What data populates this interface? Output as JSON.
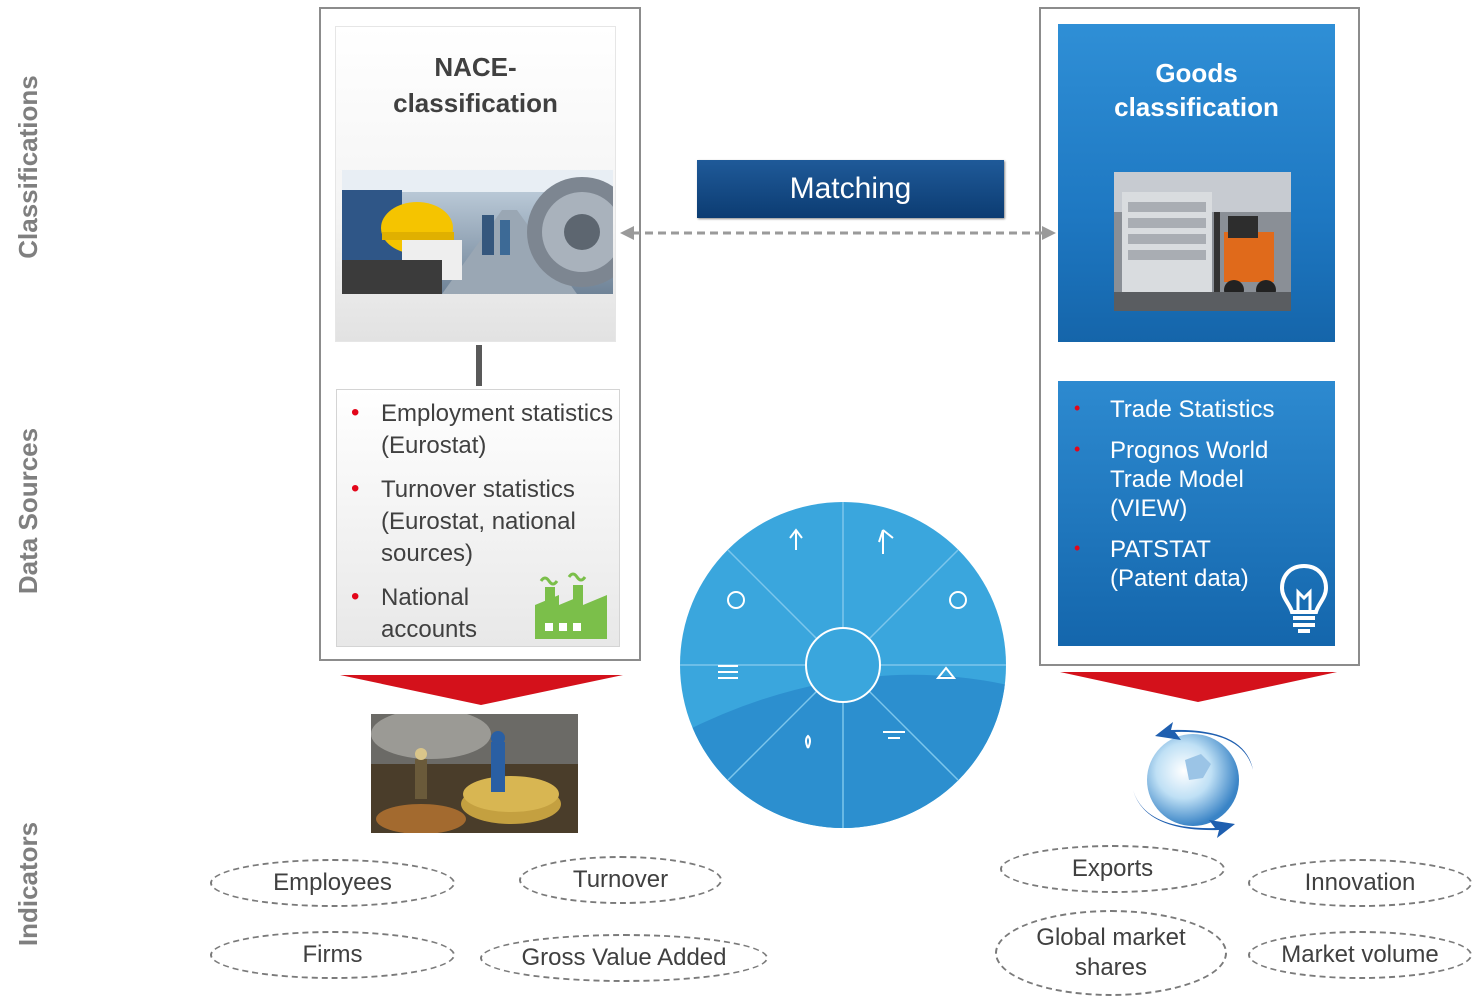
{
  "side_labels": {
    "classifications": "Classifications",
    "data_sources": "Data Sources",
    "indicators": "Indicators"
  },
  "nace": {
    "title_line1": "NACE-",
    "title_line2": "classification",
    "sources": [
      "Employment statistics (Eurostat)",
      "Turnover statistics (Eurostat, national sources)",
      "National accounts"
    ]
  },
  "goods": {
    "title_line1": "Goods",
    "title_line2": "classification",
    "sources": [
      "Trade Statistics",
      "Prognos World Trade Model (VIEW)",
      "PATSTAT (Patent data)"
    ]
  },
  "matching": {
    "label": "Matching"
  },
  "indicators_left": [
    "Employees",
    "Turnover",
    "Firms",
    "Gross Value Added"
  ],
  "indicators_right": [
    "Exports",
    "Innovation",
    "Global market shares",
    "Market volume"
  ],
  "colors": {
    "bullet_red": "#e3061a",
    "arrow_red": "#d4111b",
    "goods_blue": "#1e78c2",
    "matching_blue": "#134a85",
    "factory_green": "#7bbf4a"
  }
}
